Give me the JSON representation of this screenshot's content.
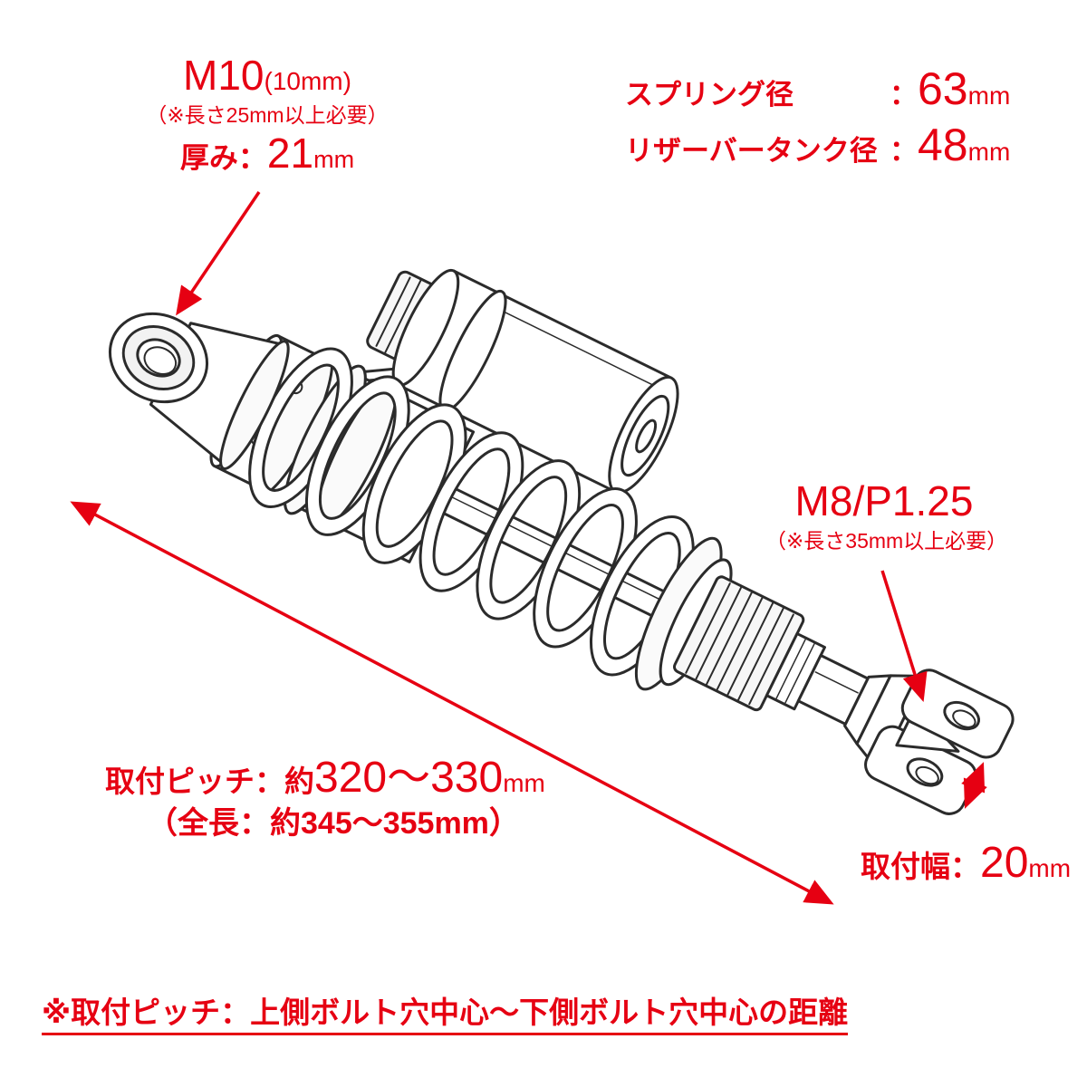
{
  "colors": {
    "annotation_red": "#e60012",
    "line_art": "#2b2b2b",
    "background": "#ffffff"
  },
  "illustration": {
    "name": "rear-shock-absorber-line-drawing"
  },
  "upper_mount": {
    "bolt_size": "M10",
    "bolt_hole": "(10mm)",
    "length_note": "（※長さ25mm以上必要）",
    "thickness_label": "厚み：",
    "thickness_value": "21",
    "thickness_unit": "mm"
  },
  "specs": {
    "rows": [
      {
        "label": "スプリング径",
        "colon": "：",
        "value": "63",
        "unit": "mm"
      },
      {
        "label": "リザーバータンク径",
        "colon": "：",
        "value": "48",
        "unit": "mm"
      }
    ]
  },
  "lower_mount": {
    "thread_spec": "M8/P1.25",
    "length_note": "（※長さ35mm以上必要）"
  },
  "pitch": {
    "label": "取付ピッチ：約",
    "value": "320〜330",
    "unit": "mm",
    "overall_note": "（全長：約345〜355mm）"
  },
  "mount_width": {
    "label": "取付幅：",
    "value": "20",
    "unit": "mm"
  },
  "footnote": "※取付ピッチ：上側ボルト穴中心〜下側ボルト穴中心の距離"
}
